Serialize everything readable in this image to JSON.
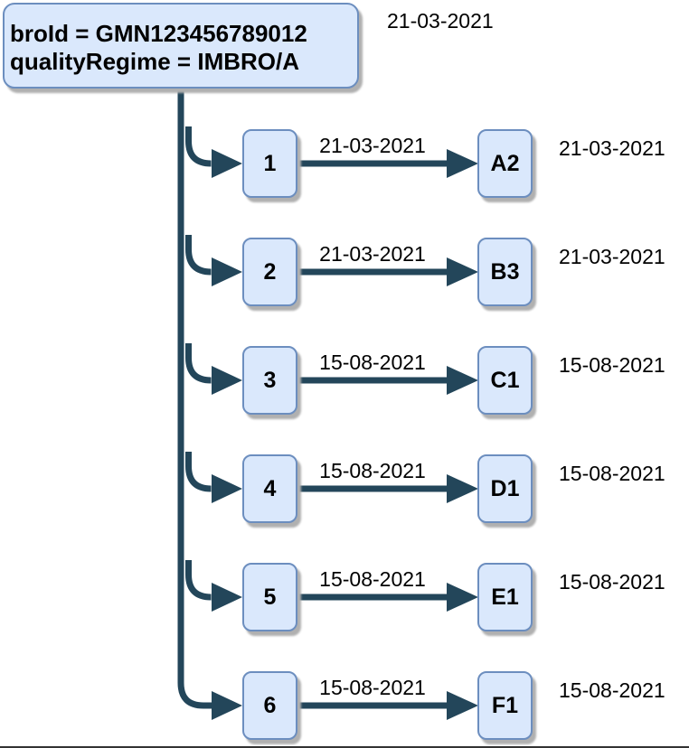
{
  "root_node": {
    "line1": "broId = GMN123456789012",
    "line2": "qualityRegime = IMBRO/A",
    "date": "21-03-2021"
  },
  "rows": [
    {
      "num": "1",
      "edge_date": "21-03-2021",
      "target": "A2",
      "right_date": "21-03-2021"
    },
    {
      "num": "2",
      "edge_date": "21-03-2021",
      "target": "B3",
      "right_date": "21-03-2021"
    },
    {
      "num": "3",
      "edge_date": "15-08-2021",
      "target": "C1",
      "right_date": "15-08-2021"
    },
    {
      "num": "4",
      "edge_date": "15-08-2021",
      "target": "D1",
      "right_date": "15-08-2021"
    },
    {
      "num": "5",
      "edge_date": "15-08-2021",
      "target": "E1",
      "right_date": "15-08-2021"
    },
    {
      "num": "6",
      "edge_date": "15-08-2021",
      "target": "F1",
      "right_date": "15-08-2021"
    }
  ],
  "colors": {
    "node_fill": "#dae8fc",
    "node_border": "#6c8ebf",
    "connector": "#23465a",
    "shadow": "#b0b0b0",
    "bottom_edge_line": "#333333"
  }
}
